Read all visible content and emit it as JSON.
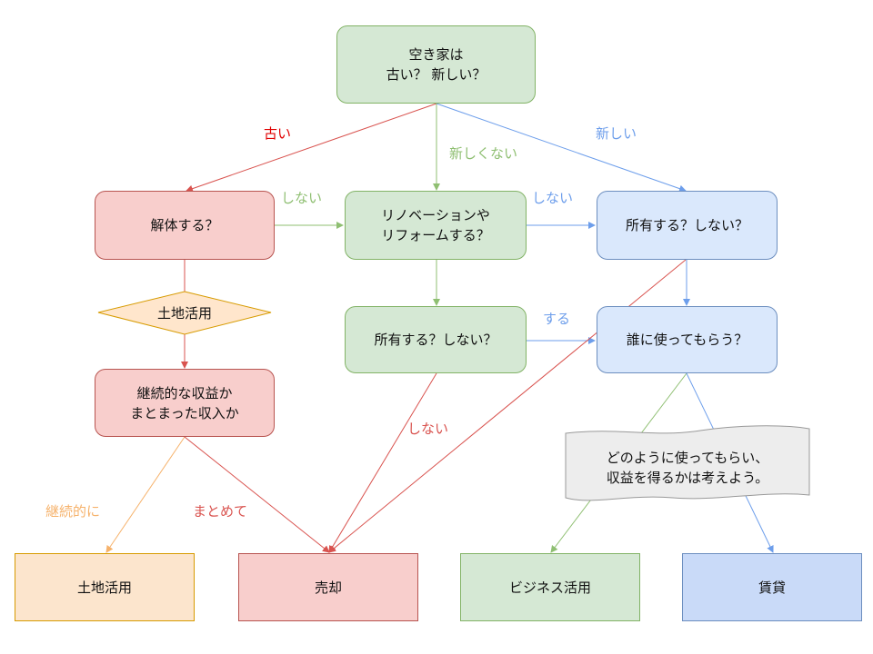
{
  "nodes": {
    "start": "空き家は\n古い？ 新しい？",
    "demolish": "解体する？",
    "renovate": "リノベーションや\nリフォームする？",
    "own_top": "所有する？しない？",
    "land_use_decision": "土地活用",
    "own_mid": "所有する？しない？",
    "who_uses": "誰に使ってもらう？",
    "income_type": "継続的な収益か\nまとまった収入か",
    "note": "どのように使ってもらい、\n収益を得るかは考えよう。",
    "out_land": "土地活用",
    "out_sell": "売却",
    "out_business": "ビジネス活用",
    "out_rent": "賃貸"
  },
  "labels": {
    "old": "古い",
    "not_new": "新しくない",
    "new": "新しい",
    "no_1": "しない",
    "no_2": "しない",
    "no_3": "しない",
    "yes": "する",
    "continuous": "継続的に",
    "lump": "まとめて"
  },
  "colors": {
    "red": "#d9534f",
    "red_label": "#e00000",
    "green": "#8fbf72",
    "blue": "#6d9eeb",
    "orange": "#f6b26b"
  }
}
